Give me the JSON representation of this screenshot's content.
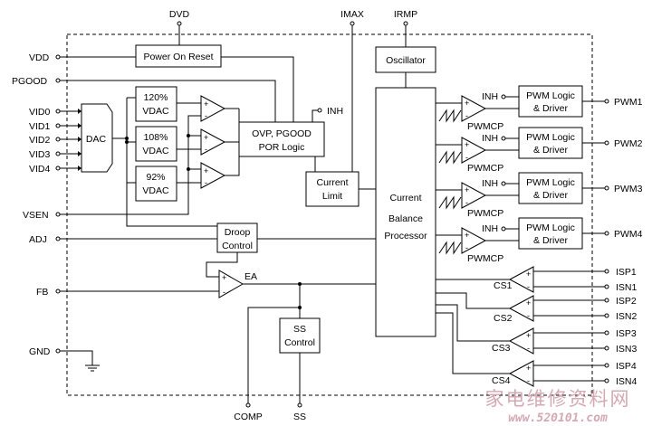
{
  "top_pins": {
    "dvd": "DVD",
    "imax": "IMAX",
    "irmp": "IRMP"
  },
  "left_pins": {
    "vdd": "VDD",
    "pgood": "PGOOD",
    "vid0": "VID0",
    "vid1": "VID1",
    "vid2": "VID2",
    "vid3": "VID3",
    "vid4": "VID4",
    "vsen": "VSEN",
    "adj": "ADJ",
    "fb": "FB",
    "gnd": "GND"
  },
  "bottom_pins": {
    "comp": "COMP",
    "ss": "SS"
  },
  "right_pins": {
    "pwm1": "PWM1",
    "pwm2": "PWM2",
    "pwm3": "PWM3",
    "pwm4": "PWM4",
    "isp1": "ISP1",
    "isn1": "ISN1",
    "isp2": "ISP2",
    "isn2": "ISN2",
    "isp3": "ISP3",
    "isn3": "ISN3",
    "isp4": "ISP4",
    "isn4": "ISN4"
  },
  "blocks": {
    "por": "Power On Reset",
    "osc": "Oscillator",
    "dac": "DAC",
    "vdac120_l1": "120%",
    "vdac120_l2": "VDAC",
    "vdac108_l1": "108%",
    "vdac108_l2": "VDAC",
    "vdac92_l1": "92%",
    "vdac92_l2": "VDAC",
    "ovp_l1": "OVP, PGOOD",
    "ovp_l2": "POR Logic",
    "inh": "INH",
    "cl_l1": "Current",
    "cl_l2": "Limit",
    "cbp_l1": "Current",
    "cbp_l2": "Balance",
    "cbp_l3": "Processor",
    "droop_l1": "Droop",
    "droop_l2": "Control",
    "ea": "EA",
    "ss_l1": "SS",
    "ss_l2": "Control",
    "pwm_logic_l1": "PWM Logic",
    "pwm_logic_l2": "& Driver",
    "pwmcp": "PWMCP",
    "cs1": "CS1",
    "cs2": "CS2",
    "cs3": "CS3",
    "cs4": "CS4",
    "plus": "+",
    "minus": "-"
  },
  "watermark": {
    "cn": "家电维修资料网",
    "url": "www.520101.com"
  }
}
